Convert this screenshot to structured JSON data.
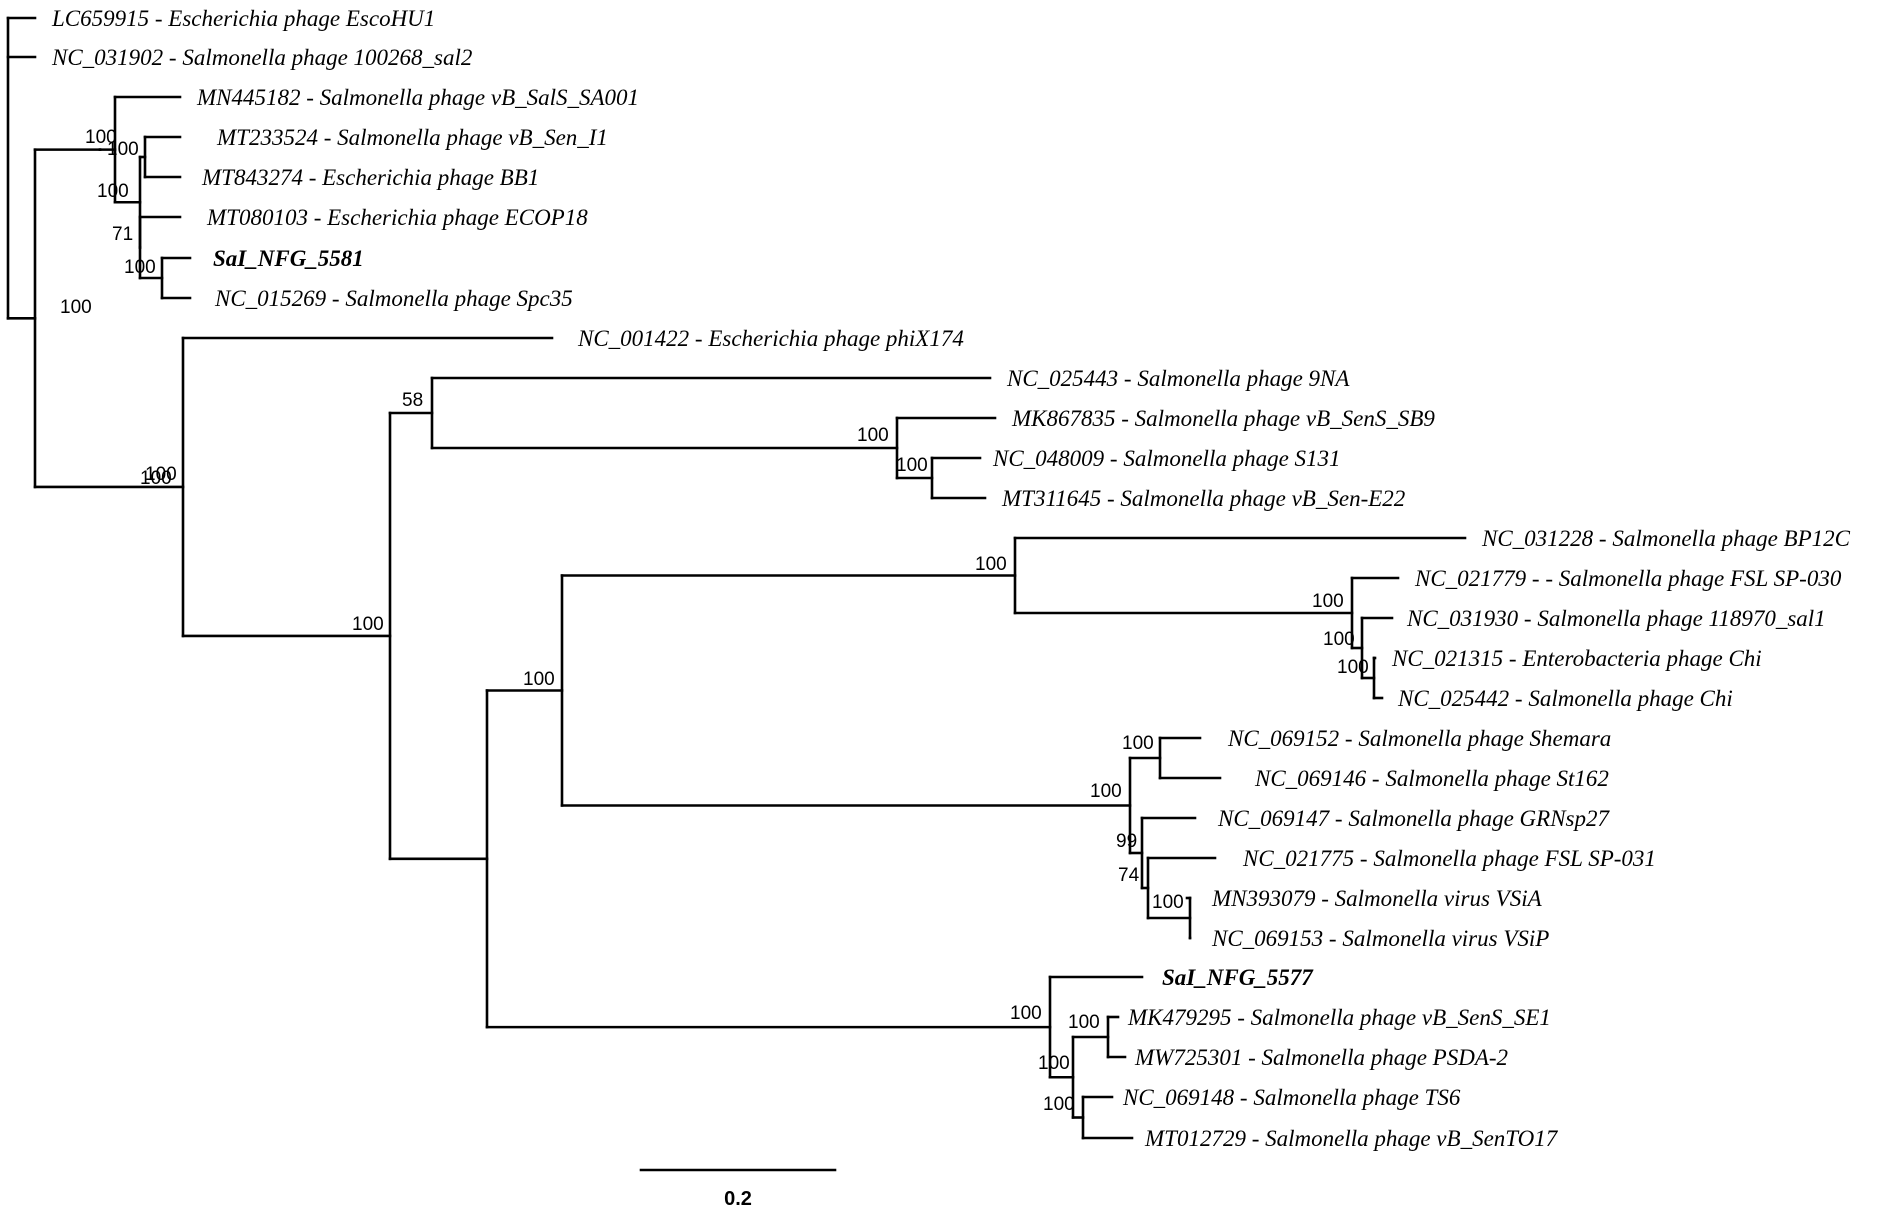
{
  "tips": [
    {
      "id": "t1",
      "label": "LC659915 - Escherichia phage EscoHU1"
    },
    {
      "id": "t2",
      "label": "NC_031902 - Salmonella phage 100268_sal2"
    },
    {
      "id": "t3",
      "label": "MN445182 - Salmonella phage vB_SalS_SA001"
    },
    {
      "id": "t4",
      "label": "MT233524 - Salmonella phage vB_Sen_I1"
    },
    {
      "id": "t5",
      "label": "MT843274 - Escherichia phage BB1"
    },
    {
      "id": "t6",
      "label": "MT080103 - Escherichia phage ECOP18"
    },
    {
      "id": "t7",
      "label": "SaI_NFG_5581",
      "bold": true
    },
    {
      "id": "t8",
      "label": "NC_015269 - Salmonella phage Spc35"
    },
    {
      "id": "t9",
      "label": "NC_001422 - Escherichia phage phiX174"
    },
    {
      "id": "t10",
      "label": "NC_025443 - Salmonella phage 9NA"
    },
    {
      "id": "t11",
      "label": "MK867835 - Salmonella phage vB_SenS_SB9"
    },
    {
      "id": "t12",
      "label": "NC_048009 - Salmonella phage S131"
    },
    {
      "id": "t13",
      "label": "MT311645 - Salmonella phage vB_Sen-E22"
    },
    {
      "id": "t14",
      "label": "NC_031228 - Salmonella phage BP12C"
    },
    {
      "id": "t15",
      "label": "NC_021779 -  - Salmonella phage FSL SP-030"
    },
    {
      "id": "t16",
      "label": "NC_031930 - Salmonella phage 118970_sal1"
    },
    {
      "id": "t17",
      "label": "NC_021315 - Enterobacteria phage Chi"
    },
    {
      "id": "t18",
      "label": "NC_025442 - Salmonella phage Chi"
    },
    {
      "id": "t19",
      "label": "NC_069152 - Salmonella phage Shemara"
    },
    {
      "id": "t20",
      "label": "NC_069146 - Salmonella phage St162"
    },
    {
      "id": "t21",
      "label": "NC_069147 - Salmonella phage GRNsp27"
    },
    {
      "id": "t22",
      "label": "NC_021775 - Salmonella phage FSL SP-031"
    },
    {
      "id": "t23",
      "label": "MN393079 - Salmonella virus VSiA"
    },
    {
      "id": "t24",
      "label": "NC_069153 - Salmonella virus VSiP"
    },
    {
      "id": "t25",
      "label": "SaI_NFG_5577",
      "bold": true
    },
    {
      "id": "t26",
      "label": "MK479295 - Salmonella phage vB_SenS_SE1"
    },
    {
      "id": "t27",
      "label": "MW725301 - Salmonella phage PSDA-2"
    },
    {
      "id": "t28",
      "label": "NC_069148 - Salmonella phage TS6"
    },
    {
      "id": "t29",
      "label": "MT012729 - Salmonella phage vB_SenTO17"
    }
  ],
  "support_values": [
    {
      "id": "s1",
      "node": "n_t3_clade",
      "value": "100"
    },
    {
      "id": "s2",
      "node": "n_t4_clade",
      "value": "100"
    },
    {
      "id": "s3",
      "node": "n_t4_t5",
      "value": "100"
    },
    {
      "id": "s4",
      "node": "n_t6_clade",
      "value": "71"
    },
    {
      "id": "s5",
      "node": "n_t7_t8",
      "value": "100"
    },
    {
      "id": "s6",
      "node": "n_group_a",
      "value": "100"
    },
    {
      "id": "s7",
      "node": "n_big",
      "value": "100"
    },
    {
      "id": "s8",
      "node": "n_phix",
      "value": "100"
    },
    {
      "id": "s9",
      "node": "n_9na",
      "value": "58"
    },
    {
      "id": "s10",
      "node": "n_sb9",
      "value": "100"
    },
    {
      "id": "s11",
      "node": "n_s131",
      "value": "100"
    },
    {
      "id": "s12",
      "node": "n_deep",
      "value": "100"
    },
    {
      "id": "s13",
      "node": "n_chi_shem",
      "value": "100"
    },
    {
      "id": "s14",
      "node": "n_bp12c",
      "value": "100"
    },
    {
      "id": "s15",
      "node": "n_fsl030",
      "value": "100"
    },
    {
      "id": "s16",
      "node": "n_118970",
      "value": "100"
    },
    {
      "id": "s17",
      "node": "n_chi",
      "value": "100"
    },
    {
      "id": "s18",
      "node": "n_shem_grp",
      "value": "100"
    },
    {
      "id": "s19",
      "node": "n_shem_st",
      "value": "100"
    },
    {
      "id": "s20",
      "node": "n_grn",
      "value": "99"
    },
    {
      "id": "s21",
      "node": "n_fsl031",
      "value": "74"
    },
    {
      "id": "s22",
      "node": "n_vsi",
      "value": "100"
    },
    {
      "id": "s23",
      "node": "n_5577",
      "value": "100"
    },
    {
      "id": "s24",
      "node": "n_se1_grp",
      "value": "100"
    },
    {
      "id": "s25",
      "node": "n_se1",
      "value": "100"
    },
    {
      "id": "s26",
      "node": "n_ts6",
      "value": "100"
    }
  ],
  "scale_bar": {
    "label": "0.2",
    "length": 0.2
  }
}
